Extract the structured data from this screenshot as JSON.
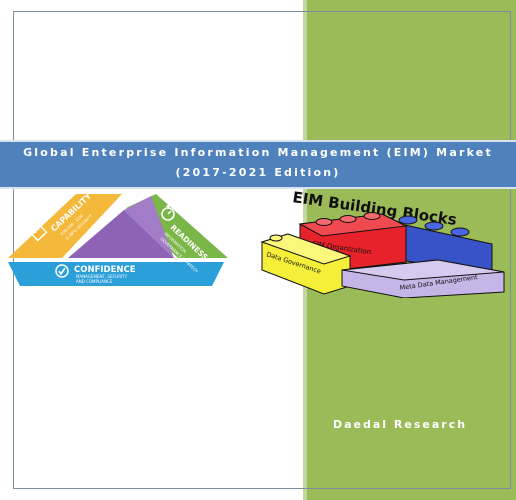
{
  "cover": {
    "title_line1": "Global Enterprise Information Management (EIM) Market",
    "title_line2": "(2017-2021 Edition)",
    "publisher": "Daedal Research"
  },
  "left_graphic": {
    "capability_title": "CAPABILITY",
    "capability_sub1": "FOR EIM - CLM",
    "capability_sub2": "& INFO SECURITY",
    "readiness_title": "READINESS",
    "readiness_sub1": "INFORMATION",
    "readiness_sub2": "GOVERNANCE STRATEGY",
    "confidence_title": "CONFIDENCE",
    "confidence_sub1": "MANAGEMENT, SECURITY",
    "confidence_sub2": "AND COMPLIANCE",
    "colors": {
      "capability": "#f4b83a",
      "readiness": "#7ab648",
      "confidence": "#2a9fd8",
      "center": "#8e63b6"
    },
    "icons": [
      "building-icon",
      "stopwatch-icon",
      "checkmark-icon"
    ]
  },
  "right_graphic": {
    "heading": "EIM Building Blocks",
    "block_red": "EIM Organization",
    "block_yellow": "Data Governance",
    "block_purple": "Meta Data Management",
    "colors": {
      "red": "#e8222a",
      "yellow": "#f6ef3a",
      "purple": "#c6b6e8",
      "blue": "#3852c8"
    }
  }
}
